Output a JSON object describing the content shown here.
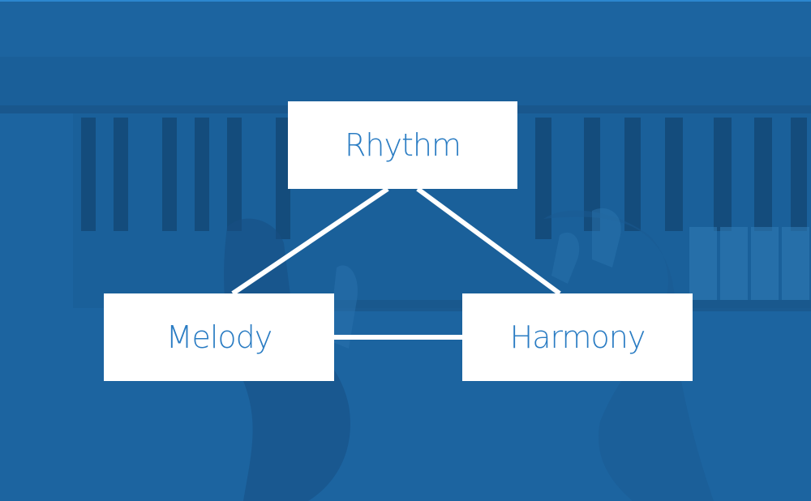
{
  "diagram": {
    "nodes": {
      "top": {
        "label": "Rhythm"
      },
      "left": {
        "label": "Melody"
      },
      "right": {
        "label": "Harmony"
      }
    },
    "colors": {
      "background": "#1c64a0",
      "node_fill": "#ffffff",
      "node_text": "#2a7cc3",
      "connector": "#ffffff"
    },
    "background_image": "piano-hands-photo"
  }
}
